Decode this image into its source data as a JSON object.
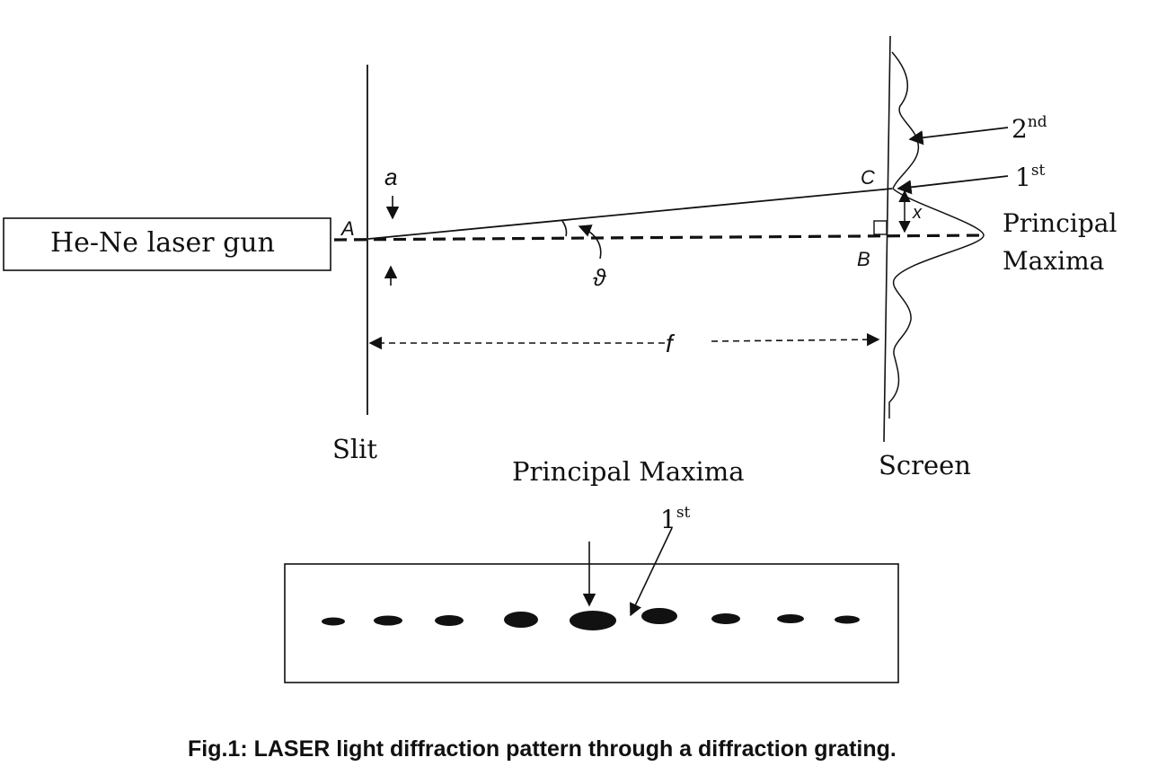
{
  "diagram": {
    "laser_label": "He-Ne laser gun",
    "point_a": "A",
    "point_b": "B",
    "point_c": "C",
    "slit_width_symbol": "a",
    "angle_symbol": "ϑ",
    "distance_symbol": "f",
    "offset_symbol": "x",
    "slit_label": "Slit",
    "screen_label": "Screen",
    "principal_maxima_right": [
      "Principal",
      "Maxima"
    ],
    "second_order": {
      "base": "2",
      "sup": "nd"
    },
    "first_order": {
      "base": "1",
      "sup": "st"
    }
  },
  "pattern": {
    "heading": "Principal Maxima",
    "first_order": {
      "base": "1",
      "sup": "st"
    },
    "spot_count": 9
  },
  "caption": "Fig.1: LASER light diffraction pattern through a diffraction grating."
}
